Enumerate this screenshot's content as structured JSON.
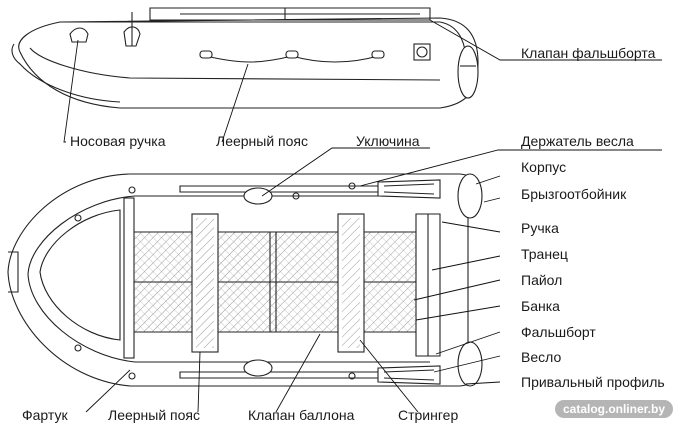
{
  "labels": {
    "transom_valve": "Клапан фальшборта",
    "bow_handle": "Носовая ручка",
    "lifeline_top": "Леерный пояс",
    "oarlock": "Уключина",
    "oar_holder": "Держатель весла",
    "hull": "Корпус",
    "splash_guard": "Брызгоотбойник",
    "handle": "Ручка",
    "transom": "Транец",
    "floor": "Пайол",
    "bench": "Банка",
    "bulwark": "Фальшборт",
    "oar": "Весло",
    "rub_strake": "Привальный профиль",
    "apron": "Фартук",
    "lifeline_bottom": "Леерный пояс",
    "tube_valve": "Клапан баллона",
    "stringer": "Стрингер"
  },
  "watermark": "catalog.onliner.by",
  "colors": {
    "line": "#111111",
    "boat_fill": "#ffffff",
    "floor_hatch": "#9a9a9a",
    "watermark_bg": "#7a7a7a"
  }
}
